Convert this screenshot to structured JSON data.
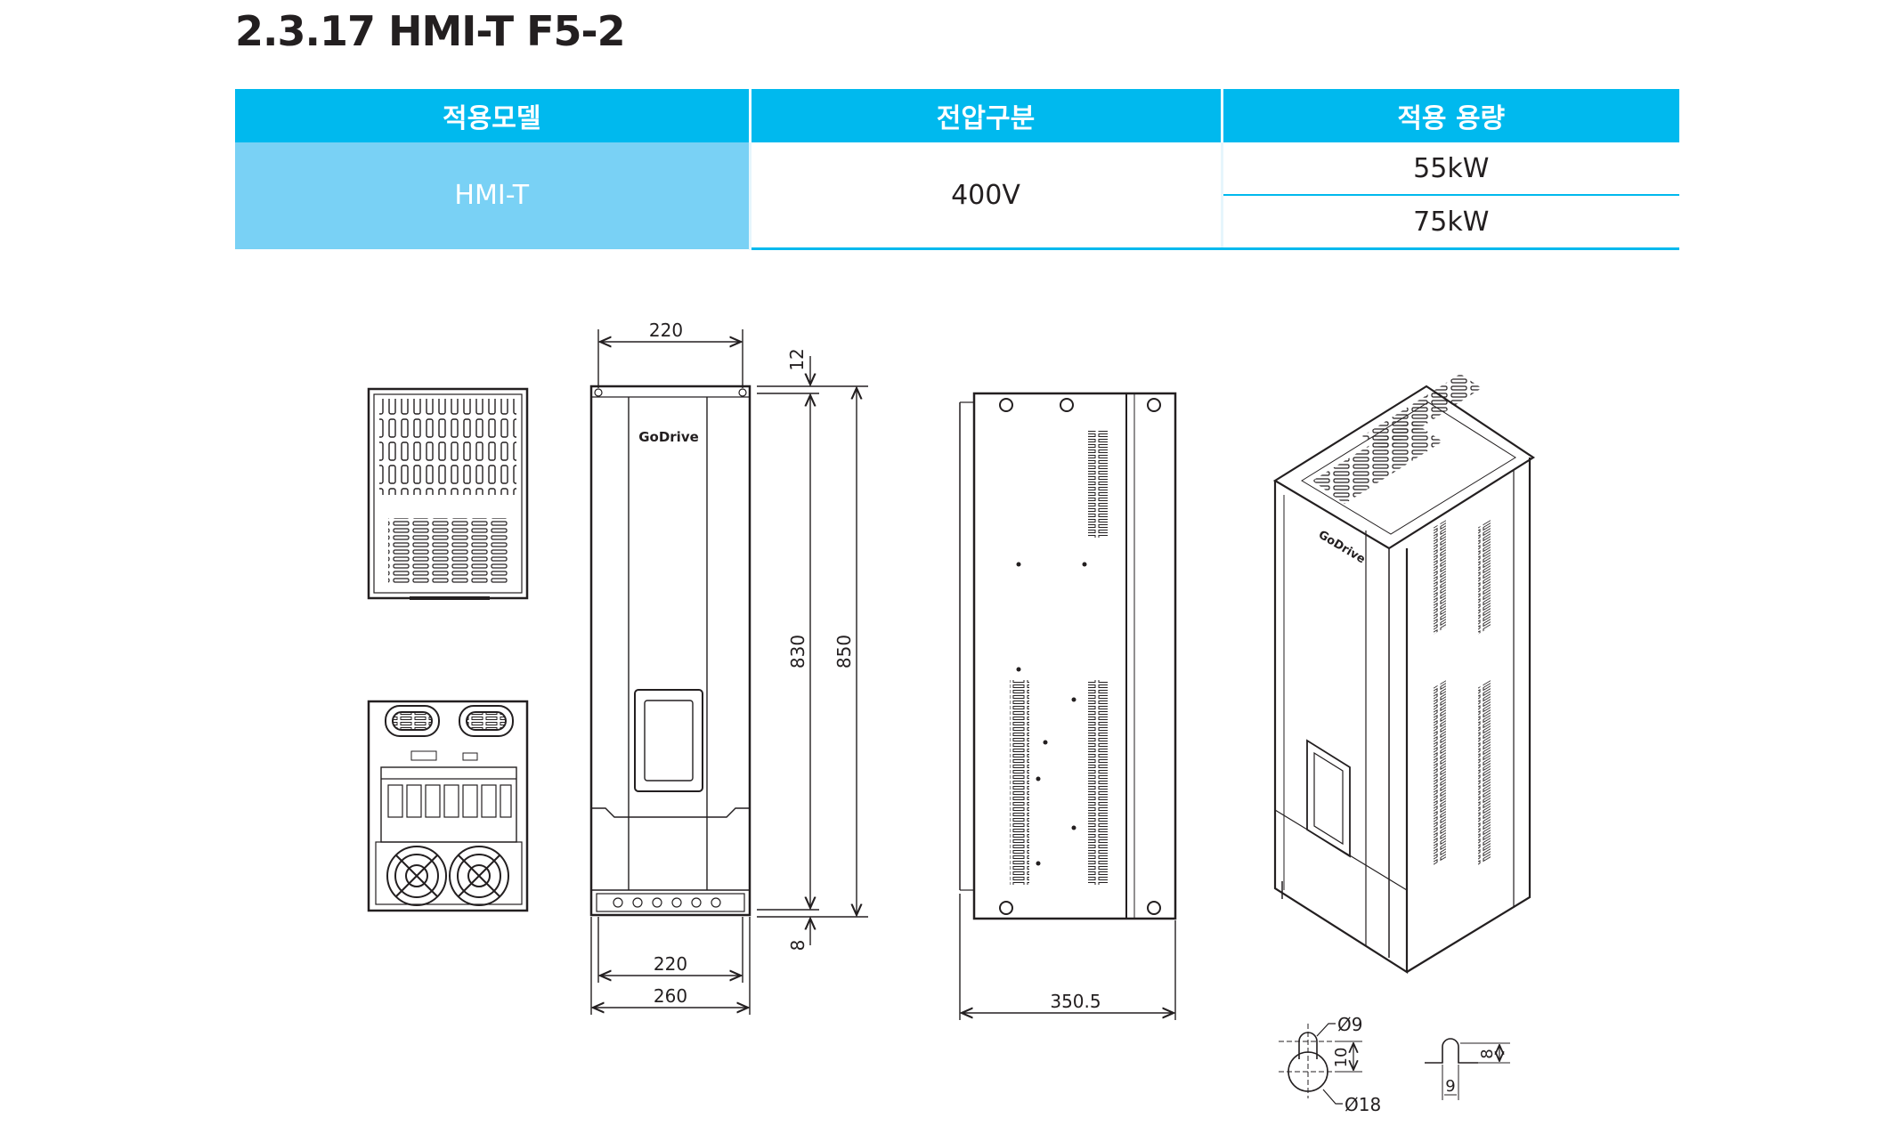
{
  "title": "2.3.17 HMI-T F5-2",
  "table": {
    "headers": [
      "적용모델",
      "전압구분",
      "적용 용량"
    ],
    "model": "HMI-T",
    "voltage": "400V",
    "capacities": [
      "55kW",
      "75kW"
    ]
  },
  "drawing": {
    "brand": "GoDrive",
    "dim_width_top": "220",
    "dim_top_margin": "12",
    "dim_hole_height": "830",
    "dim_total_height": "850",
    "dim_bottom_margin": "8",
    "dim_hole_width_bottom": "220",
    "dim_total_width": "260",
    "dim_depth": "350.5",
    "hole_small_diameter": "Ø9",
    "hole_large_diameter": "Ø18",
    "hole_offset": "10",
    "slot_height": "8",
    "slot_width": "9"
  },
  "colors": {
    "header_blue": "#00b9ee",
    "model_cell_blue": "#79d1f5",
    "line": "#231f20"
  }
}
